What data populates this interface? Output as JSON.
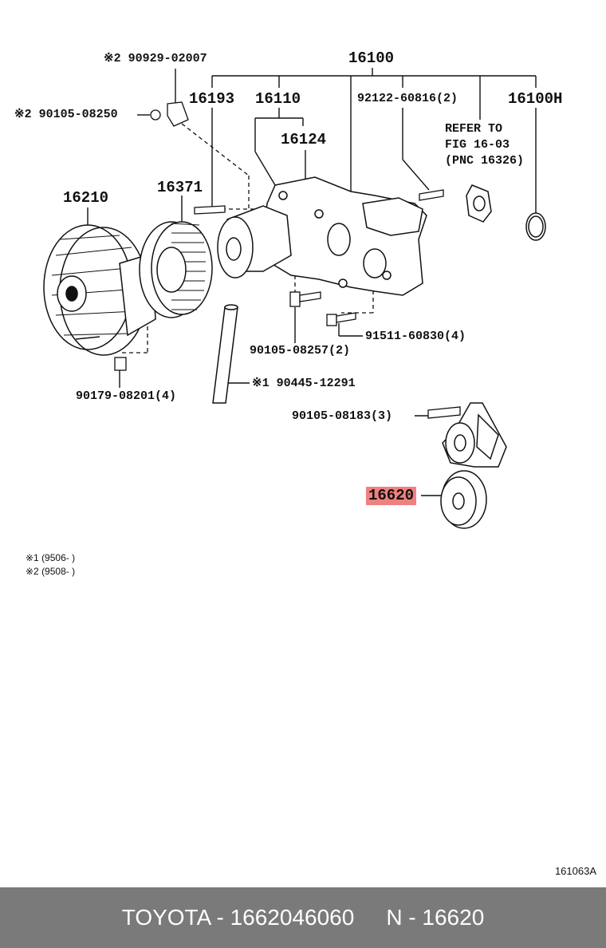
{
  "labels": {
    "p16100": "16100",
    "p16193": "16193",
    "p16110": "16110",
    "p92122": "92122-60816(2)",
    "p16100h": "16100H",
    "p16124": "16124",
    "p16210": "16210",
    "p16371": "16371",
    "refer1": "REFER TO",
    "refer2": "FIG 16-03",
    "refer3": "(PNC 16326)",
    "p90929": "※2 90929-02007",
    "p90105_08250": "※2 90105-08250",
    "p91511": "91511-60830(4)",
    "p90105_08257": "90105-08257(2)",
    "p90445": "※1 90445-12291",
    "p90179": "90179-08201(4)",
    "p90105_08183": "90105-08183(3)",
    "p16620": "16620"
  },
  "notes": {
    "note1": "※1 (9506-      )",
    "note2": "※2 (9508-      )"
  },
  "figure_id": "161063A",
  "footer": {
    "part": "TOYOTA - 1662046060",
    "ref": "N - 16620"
  },
  "colors": {
    "highlight": "#f08080",
    "footer_bg": "#7a7a7a",
    "line": "#111111"
  }
}
